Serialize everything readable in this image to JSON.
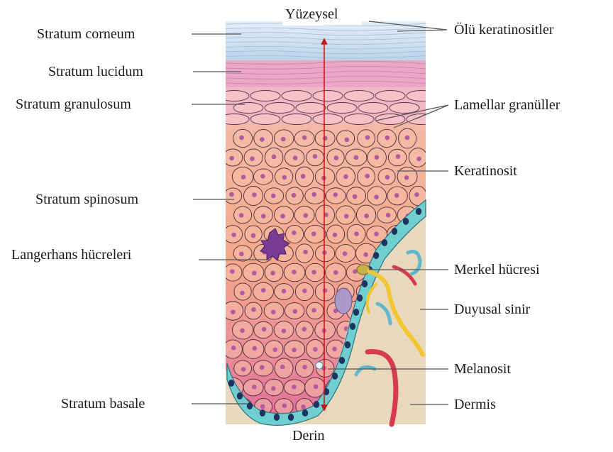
{
  "top_label": "Yüzeysel",
  "bottom_label": "Derin",
  "left_labels": {
    "corneum": "Stratum corneum",
    "lucidum": "Stratum lucidum",
    "granulosum": "Stratum granulosum",
    "spinosum": "Stratum spinosum",
    "langerhans": "Langerhans hücreleri",
    "basale": "Stratum basale"
  },
  "right_labels": {
    "olu": "Ölü keratinositler",
    "lamellar": "Lamellar granüller",
    "keratinosit": "Keratinosit",
    "merkel": "Merkel hücresi",
    "duyusal": "Duyusal sinir",
    "melanosit": "Melanosit",
    "dermis": "Dermis"
  },
  "colors": {
    "corneum": "#cfe0ee",
    "lucidum": "#e9a9c8",
    "cell_fill": "#f4b79a",
    "cell_nucleus": "#b25aa0",
    "basal_cells": "#6fcfd0",
    "dermis": "#e8d9bd",
    "arrow": "#c0181b",
    "nerve": "#f2c531",
    "vessel": "#d93a4e"
  }
}
